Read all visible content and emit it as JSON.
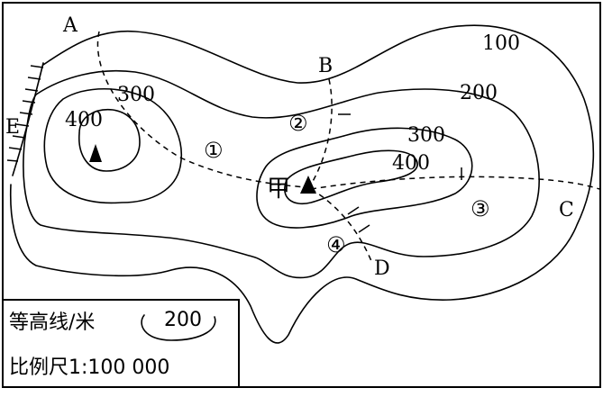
{
  "points": {
    "A": "A",
    "B": "B",
    "C": "C",
    "D": "D",
    "E": "E"
  },
  "contour_labels": {
    "c100": "100",
    "c200": "200",
    "c300_west": "300",
    "c300_east": "300",
    "c400_west": "400",
    "c400_east": "400"
  },
  "areas": {
    "area1": "①",
    "area2": "②",
    "area3": "③",
    "area4": "④"
  },
  "peak_jia": "甲",
  "legend": {
    "contour_label": "等高线/米",
    "contour_sample": "200",
    "scale_label": "比例尺1:100 000"
  }
}
